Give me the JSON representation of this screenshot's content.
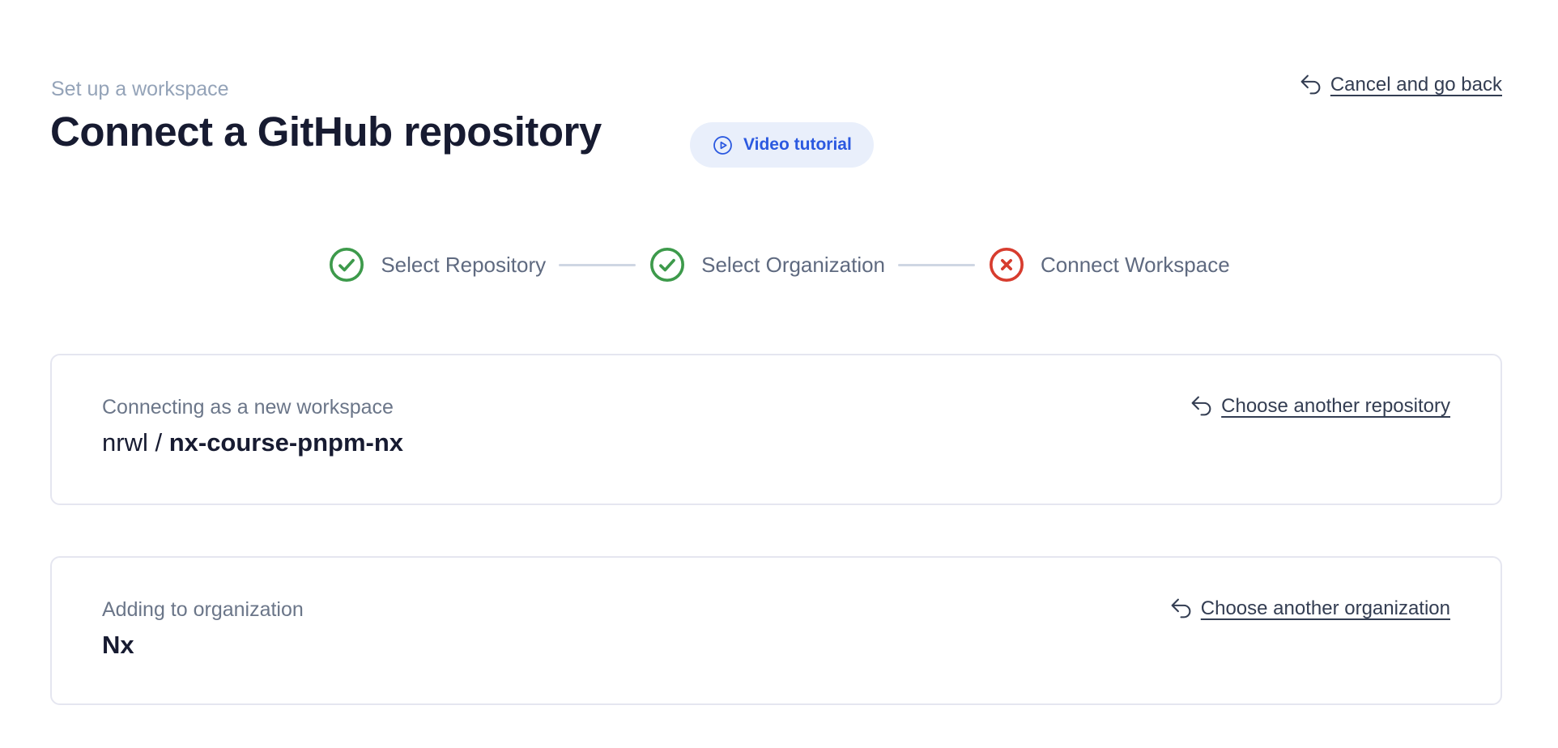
{
  "header": {
    "eyebrow": "Set up a workspace",
    "title": "Connect a GitHub repository",
    "video_tutorial": {
      "label": "Video tutorial",
      "icon": "play-circle-icon"
    },
    "cancel": {
      "label": "Cancel and go back",
      "icon": "undo-arrow-icon"
    }
  },
  "stepper": {
    "steps": [
      {
        "label": "Select Repository",
        "status": "complete",
        "icon": "check-circle-icon"
      },
      {
        "label": "Select Organization",
        "status": "complete",
        "icon": "check-circle-icon"
      },
      {
        "label": "Connect Workspace",
        "status": "error",
        "icon": "x-circle-icon"
      }
    ]
  },
  "workspace_card": {
    "label": "Connecting as a new workspace",
    "repo_owner": "nrwl / ",
    "repo_name": "nx-course-pnpm-nx",
    "action": {
      "label": "Choose another repository",
      "icon": "undo-arrow-icon"
    }
  },
  "organization_card": {
    "label": "Adding to organization",
    "organization_name": "Nx",
    "action": {
      "label": "Choose another organization",
      "icon": "undo-arrow-icon"
    }
  },
  "colors": {
    "accent_blue": "#2b59e0",
    "pill_background": "#e9effb",
    "success_green": "#3d9a4b",
    "error_red": "#d73c2e",
    "eyebrow_text": "#94a3b8",
    "card_label_text": "#6b7689",
    "step_label_text": "#5f6a80",
    "link_text": "#333d52",
    "heading_text": "#171b31",
    "card_border": "#e5e6f0",
    "connector_line": "#cfd6e3"
  }
}
